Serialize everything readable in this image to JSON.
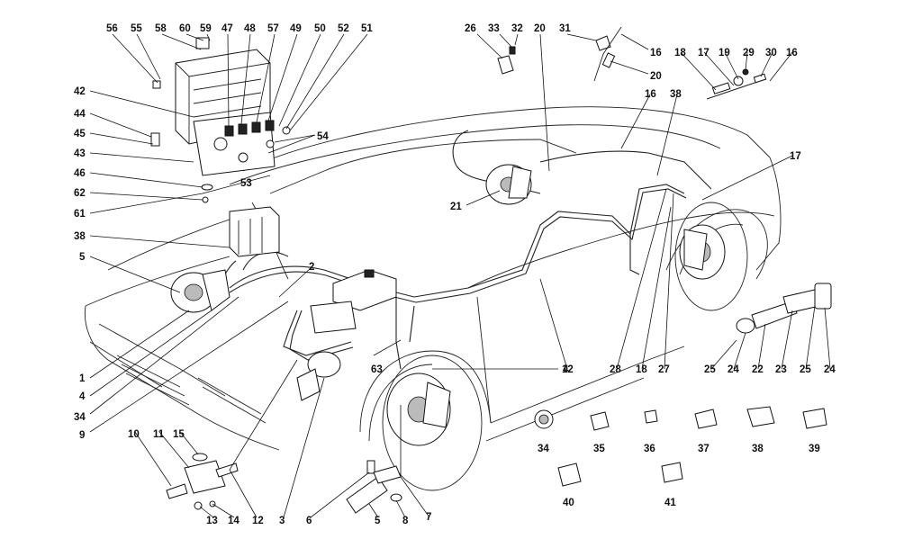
{
  "callouts": [
    {
      "id": "c56",
      "label": "56"
    },
    {
      "id": "c55",
      "label": "55"
    },
    {
      "id": "c58",
      "label": "58"
    },
    {
      "id": "c60",
      "label": "60"
    },
    {
      "id": "c59",
      "label": "59"
    },
    {
      "id": "c47",
      "label": "47"
    },
    {
      "id": "c48",
      "label": "48"
    },
    {
      "id": "c57",
      "label": "57"
    },
    {
      "id": "c49",
      "label": "49"
    },
    {
      "id": "c50",
      "label": "50"
    },
    {
      "id": "c52",
      "label": "52"
    },
    {
      "id": "c51",
      "label": "51"
    },
    {
      "id": "c42",
      "label": "42"
    },
    {
      "id": "c44",
      "label": "44"
    },
    {
      "id": "c45",
      "label": "45"
    },
    {
      "id": "c43",
      "label": "43"
    },
    {
      "id": "c46",
      "label": "46"
    },
    {
      "id": "c62",
      "label": "62"
    },
    {
      "id": "c61",
      "label": "61"
    },
    {
      "id": "c54",
      "label": "54"
    },
    {
      "id": "c53",
      "label": "53"
    },
    {
      "id": "c38a",
      "label": "38"
    },
    {
      "id": "c5a",
      "label": "5"
    },
    {
      "id": "c2",
      "label": "2"
    },
    {
      "id": "c1",
      "label": "1"
    },
    {
      "id": "c4a",
      "label": "4"
    },
    {
      "id": "c34a",
      "label": "34"
    },
    {
      "id": "c9",
      "label": "9"
    },
    {
      "id": "c10",
      "label": "10"
    },
    {
      "id": "c11",
      "label": "11"
    },
    {
      "id": "c15",
      "label": "15"
    },
    {
      "id": "c13",
      "label": "13"
    },
    {
      "id": "c14",
      "label": "14"
    },
    {
      "id": "c12a",
      "label": "12"
    },
    {
      "id": "c3",
      "label": "3"
    },
    {
      "id": "c6",
      "label": "6"
    },
    {
      "id": "c5b",
      "label": "5"
    },
    {
      "id": "c8",
      "label": "8"
    },
    {
      "id": "c7",
      "label": "7"
    },
    {
      "id": "c63",
      "label": "63"
    },
    {
      "id": "c4b",
      "label": "4"
    },
    {
      "id": "c26",
      "label": "26"
    },
    {
      "id": "c33",
      "label": "33"
    },
    {
      "id": "c32",
      "label": "32"
    },
    {
      "id": "c20a",
      "label": "20"
    },
    {
      "id": "c31",
      "label": "31"
    },
    {
      "id": "c16a",
      "label": "16"
    },
    {
      "id": "c20b",
      "label": "20"
    },
    {
      "id": "c16b",
      "label": "16"
    },
    {
      "id": "c38b",
      "label": "38"
    },
    {
      "id": "c18a",
      "label": "18"
    },
    {
      "id": "c17a",
      "label": "17"
    },
    {
      "id": "c19",
      "label": "19"
    },
    {
      "id": "c29",
      "label": "29"
    },
    {
      "id": "c30",
      "label": "30"
    },
    {
      "id": "c16c",
      "label": "16"
    },
    {
      "id": "c17b",
      "label": "17"
    },
    {
      "id": "c21",
      "label": "21"
    },
    {
      "id": "c12b",
      "label": "12"
    },
    {
      "id": "c28",
      "label": "28"
    },
    {
      "id": "c18b",
      "label": "18"
    },
    {
      "id": "c27",
      "label": "27"
    },
    {
      "id": "c25a",
      "label": "25"
    },
    {
      "id": "c24a",
      "label": "24"
    },
    {
      "id": "c22",
      "label": "22"
    },
    {
      "id": "c23",
      "label": "23"
    },
    {
      "id": "c25b",
      "label": "25"
    },
    {
      "id": "c24b",
      "label": "24"
    },
    {
      "id": "c34b",
      "label": "34"
    },
    {
      "id": "c35",
      "label": "35"
    },
    {
      "id": "c36",
      "label": "36"
    },
    {
      "id": "c37",
      "label": "37"
    },
    {
      "id": "c38c",
      "label": "38"
    },
    {
      "id": "c39",
      "label": "39"
    },
    {
      "id": "c40",
      "label": "40"
    },
    {
      "id": "c41",
      "label": "41"
    }
  ],
  "colors": {
    "ink": "#111111",
    "paper": "#ffffff"
  }
}
